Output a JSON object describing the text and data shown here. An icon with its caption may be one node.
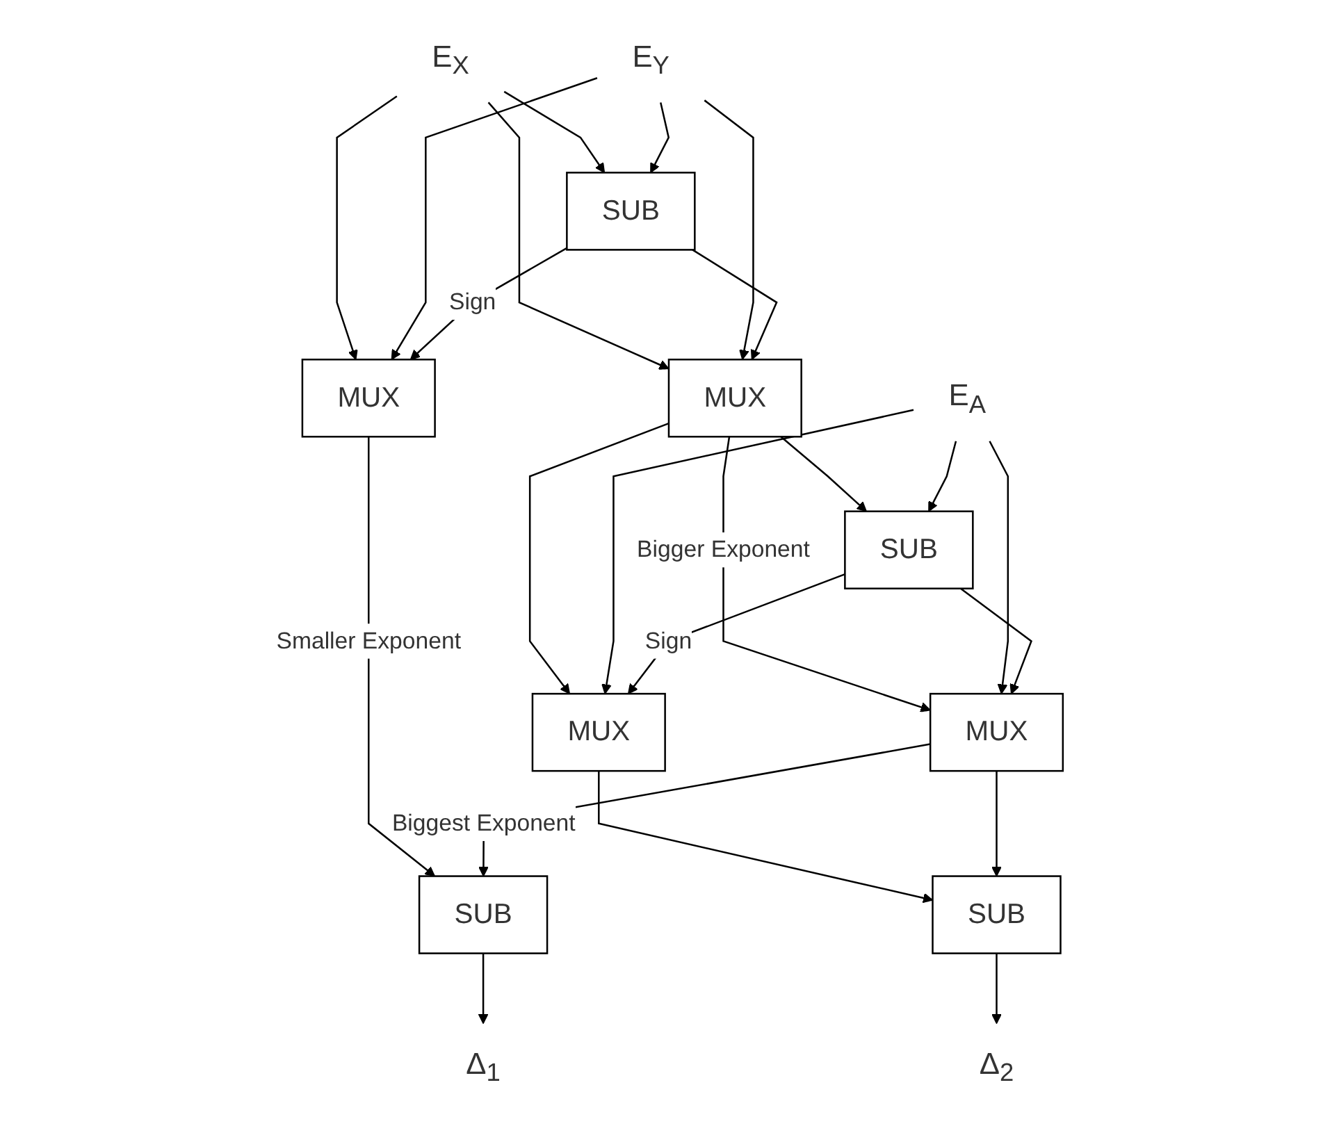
{
  "diagram": {
    "nodes": [
      {
        "text": [
          "E$_{X}$"
        ]
      },
      {
        "text": [
          "E$_{Y}$"
        ]
      },
      {
        "text": [
          "E$_{A}$"
        ]
      },
      {
        "text": [
          "SUB"
        ]
      },
      {
        "text": [
          "MUX"
        ]
      },
      {
        "text": [
          "MUX"
        ]
      },
      {
        "text": [
          "SUB"
        ]
      },
      {
        "text": [
          "MUX"
        ]
      },
      {
        "text": [
          "MUX"
        ]
      },
      {
        "text": [
          "SUB"
        ]
      },
      {
        "text": [
          "SUB"
        ]
      },
      {
        "text": [
          "Δ$_{1}$"
        ]
      },
      {
        "text": [
          "Δ$_{2}$"
        ]
      }
    ],
    "edges": [
      {
        "from": 0,
        "to": 3,
        "arrow": "to"
      },
      {
        "from": 0,
        "to": 4,
        "arrow": "to"
      },
      {
        "from": 0,
        "to": 5,
        "arrow": "to"
      },
      {
        "from": 1,
        "to": 3,
        "arrow": "to"
      },
      {
        "from": 1,
        "to": 4,
        "arrow": "to"
      },
      {
        "from": 1,
        "to": 5,
        "arrow": "to"
      },
      {
        "from": 3,
        "to": 4,
        "arrow": "to",
        "label": "Sign"
      },
      {
        "from": 3,
        "to": 5,
        "arrow": "to"
      },
      {
        "from": 5,
        "to": 6,
        "arrow": "to"
      },
      {
        "from": 5,
        "to": 7,
        "arrow": "to"
      },
      {
        "from": 5,
        "to": 8,
        "arrow": "to",
        "label": "Bigger Exponent"
      },
      {
        "from": 2,
        "to": 6,
        "arrow": "to"
      },
      {
        "from": 2,
        "to": 7,
        "arrow": "to"
      },
      {
        "from": 2,
        "to": 8,
        "arrow": "to"
      },
      {
        "from": 6,
        "to": 7,
        "arrow": "to",
        "label": "Sign"
      },
      {
        "from": 6,
        "to": 8,
        "arrow": "to"
      },
      {
        "from": 4,
        "to": 9,
        "arrow": "to",
        "label": "Smaller Exponent"
      },
      {
        "from": 7,
        "to": 10,
        "arrow": "to"
      },
      {
        "from": 8,
        "to": 9,
        "arrow": "to",
        "label": "Biggest Exponent"
      },
      {
        "from": 8,
        "to": 10,
        "arrow": "to"
      },
      {
        "from": 9,
        "to": 11,
        "arrow": "to"
      },
      {
        "from": 10,
        "to": 12,
        "arrow": "to"
      }
    ]
  }
}
